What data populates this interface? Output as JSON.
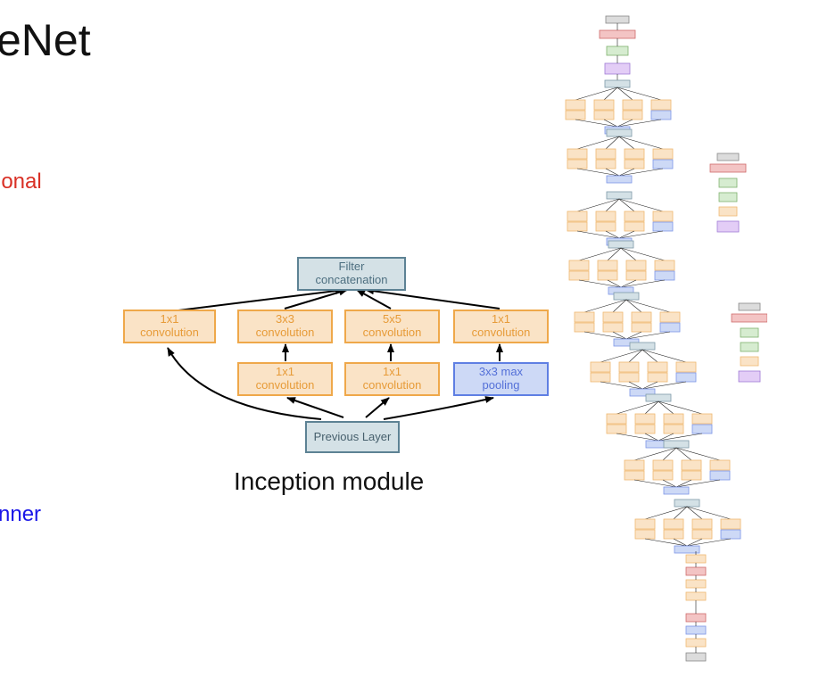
{
  "slide": {
    "title": "eNet",
    "red_text": "ional",
    "blue_text": "nner"
  },
  "inception": {
    "caption": "Inception module",
    "filter_concat": "Filter\nconcatenation",
    "branch1_conv": "1x1\nconvolution",
    "branch2_conv": "3x3\nconvolution",
    "branch3_conv": "5x5\nconvolution",
    "branch4_conv": "1x1\nconvolution",
    "branch2_reduce": "1x1\nconvolution",
    "branch3_reduce": "1x1\nconvolution",
    "max_pool": "3x3 max\npooling",
    "previous_layer": "Previous Layer"
  },
  "colors": {
    "conv_fill": "#fae3c6",
    "conv_border": "#efa84a",
    "pool_fill": "#cdd9f6",
    "pool_border": "#5f7fe3",
    "concat_fill": "#d4e1e6",
    "concat_border": "#5d8294",
    "title_red": "#d93025",
    "title_blue": "#1a16e8"
  }
}
